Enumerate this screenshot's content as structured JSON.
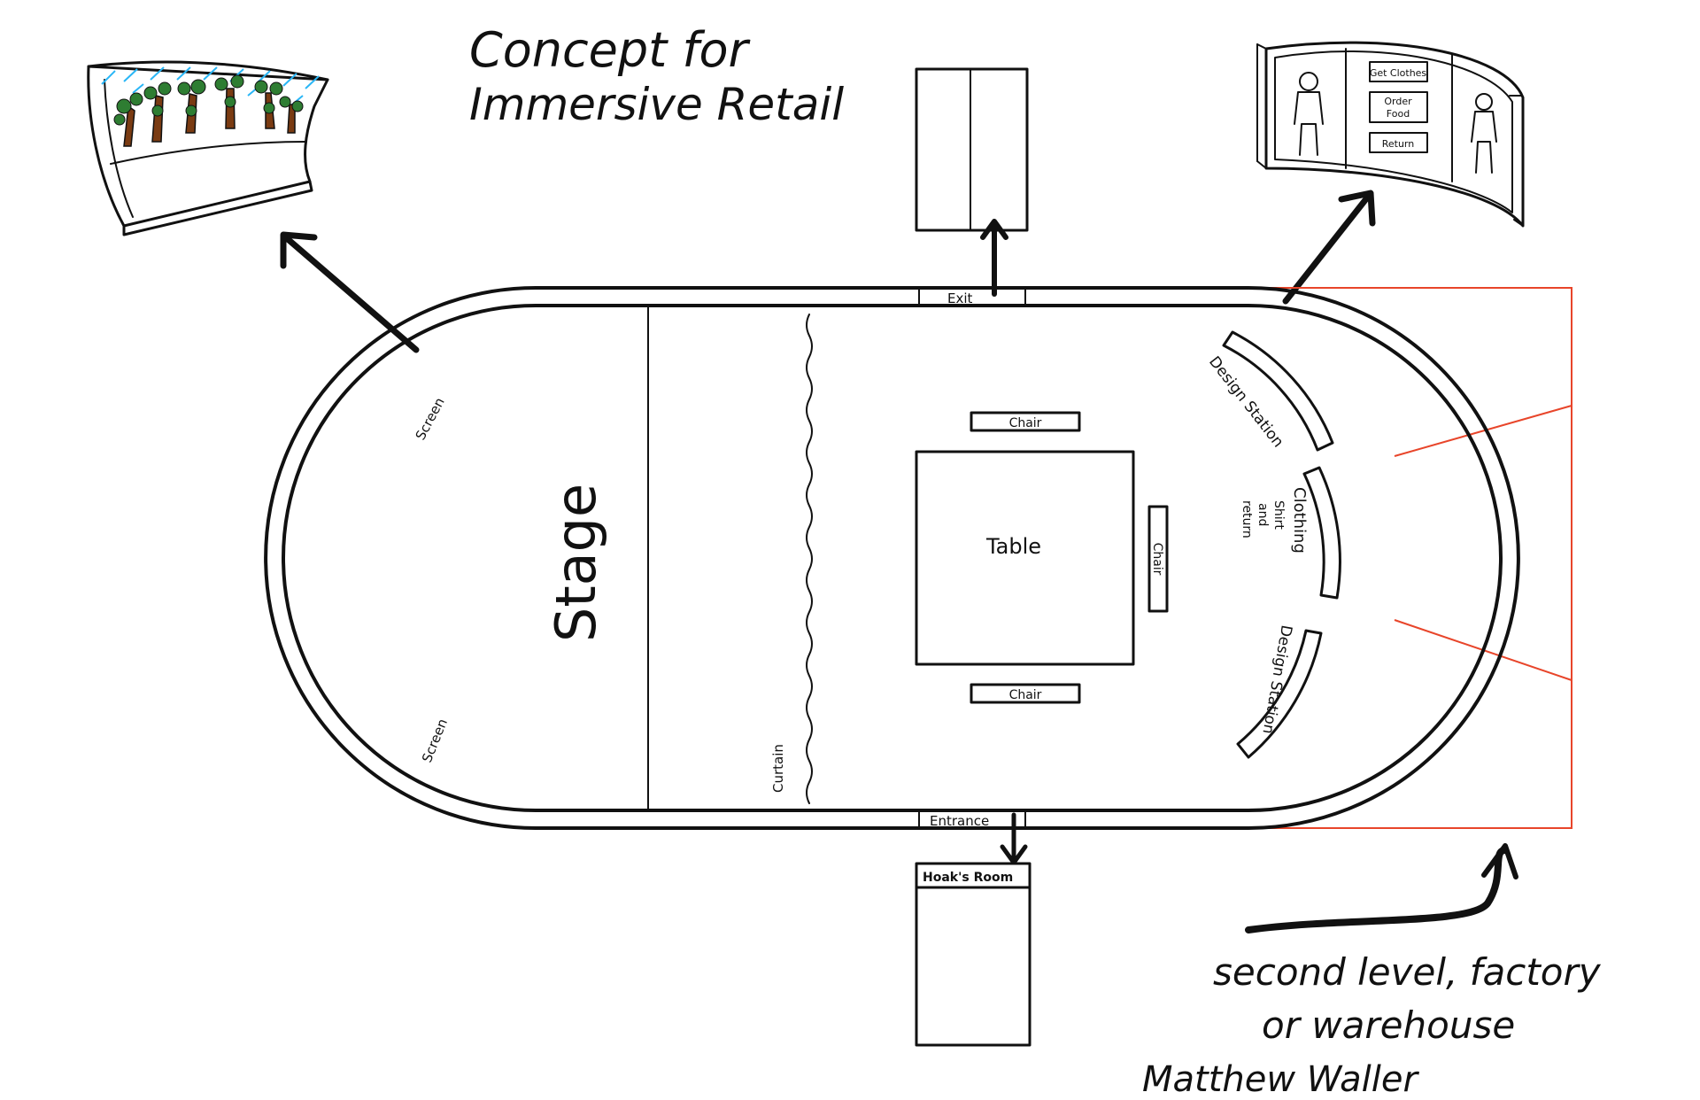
{
  "title": {
    "line1": "Concept for",
    "line2": "Immersive Retail"
  },
  "labels": {
    "exit": "Exit",
    "entrance": "Entrance",
    "stage": "Stage",
    "curtain": "Curtain",
    "table": "Table",
    "chair_top": "Chair",
    "chair_right": "Chair",
    "chair_bottom": "Chair",
    "screen_top": "Screen",
    "screen_bottom": "Screen",
    "design_station_top": "Design Station",
    "clothing_line1": "Clothing",
    "clothing_line2": "Shirt",
    "clothing_line3": "and",
    "clothing_line4": "return",
    "design_station_bottom": "Design Station",
    "hoax_room": "Hoak's Room"
  },
  "kiosk_panel": {
    "btn1": "Get Clothes",
    "btn2_line1": "Order",
    "btn2_line2": "Food",
    "btn3": "Return"
  },
  "note": {
    "line1": "second level, factory",
    "line2": "or warehouse"
  },
  "signature": "Matthew Waller",
  "colors": {
    "ink": "#111111",
    "accent_red": "#e8452a",
    "tree_trunk": "#7a3b12",
    "tree_leaf": "#2e7d32",
    "sky_hatch": "#29b6f6"
  }
}
